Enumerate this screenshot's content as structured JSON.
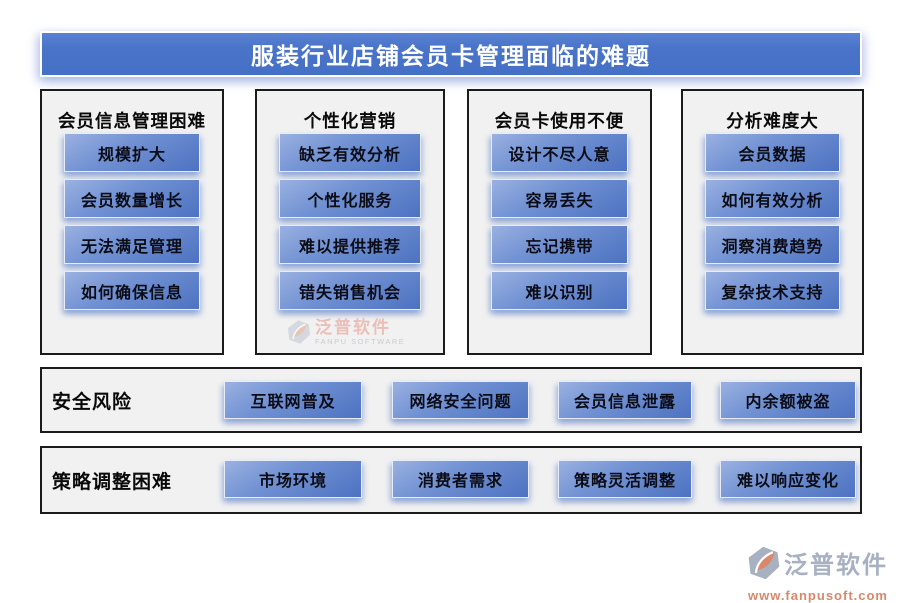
{
  "title": "服装行业店铺会员卡管理面临的难题",
  "columns": [
    {
      "header": "会员信息管理困难",
      "items": [
        "规模扩大",
        "会员数量增长",
        "无法满足管理",
        "如何确保信息"
      ]
    },
    {
      "header": "个性化营销",
      "items": [
        "缺乏有效分析",
        "个性化服务",
        "难以提供推荐",
        "错失销售机会"
      ]
    },
    {
      "header": "会员卡使用不便",
      "items": [
        "设计不尽人意",
        "容易丢失",
        "忘记携带",
        "难以识别"
      ]
    },
    {
      "header": "分析难度大",
      "items": [
        "会员数据",
        "如何有效分析",
        "洞察消费趋势",
        "复杂技术支持"
      ]
    }
  ],
  "rows": [
    {
      "header": "安全风险",
      "items": [
        "互联网普及",
        "网络安全问题",
        "会员信息泄露",
        "内余额被盗"
      ]
    },
    {
      "header": "策略调整困难",
      "items": [
        "市场环境",
        "消费者需求",
        "策略灵活调整",
        "难以响应变化"
      ]
    }
  ],
  "watermark": {
    "brand": "泛普软件",
    "sub": "FANPU SOFTWARE"
  },
  "logo": {
    "brand": "泛普软件",
    "url": "www.fanpusoft.com"
  },
  "colors": {
    "title_bar": "#4a74c8",
    "panel_bg": "#f1f1f1",
    "panel_border": "#1b1b1b",
    "button_gradient_from": "#9ab1e1",
    "button_gradient_to": "#4d72c1",
    "button_text": "#0c0c16",
    "logo_gray": "#a7b1c2",
    "logo_orange": "#d9886a"
  }
}
